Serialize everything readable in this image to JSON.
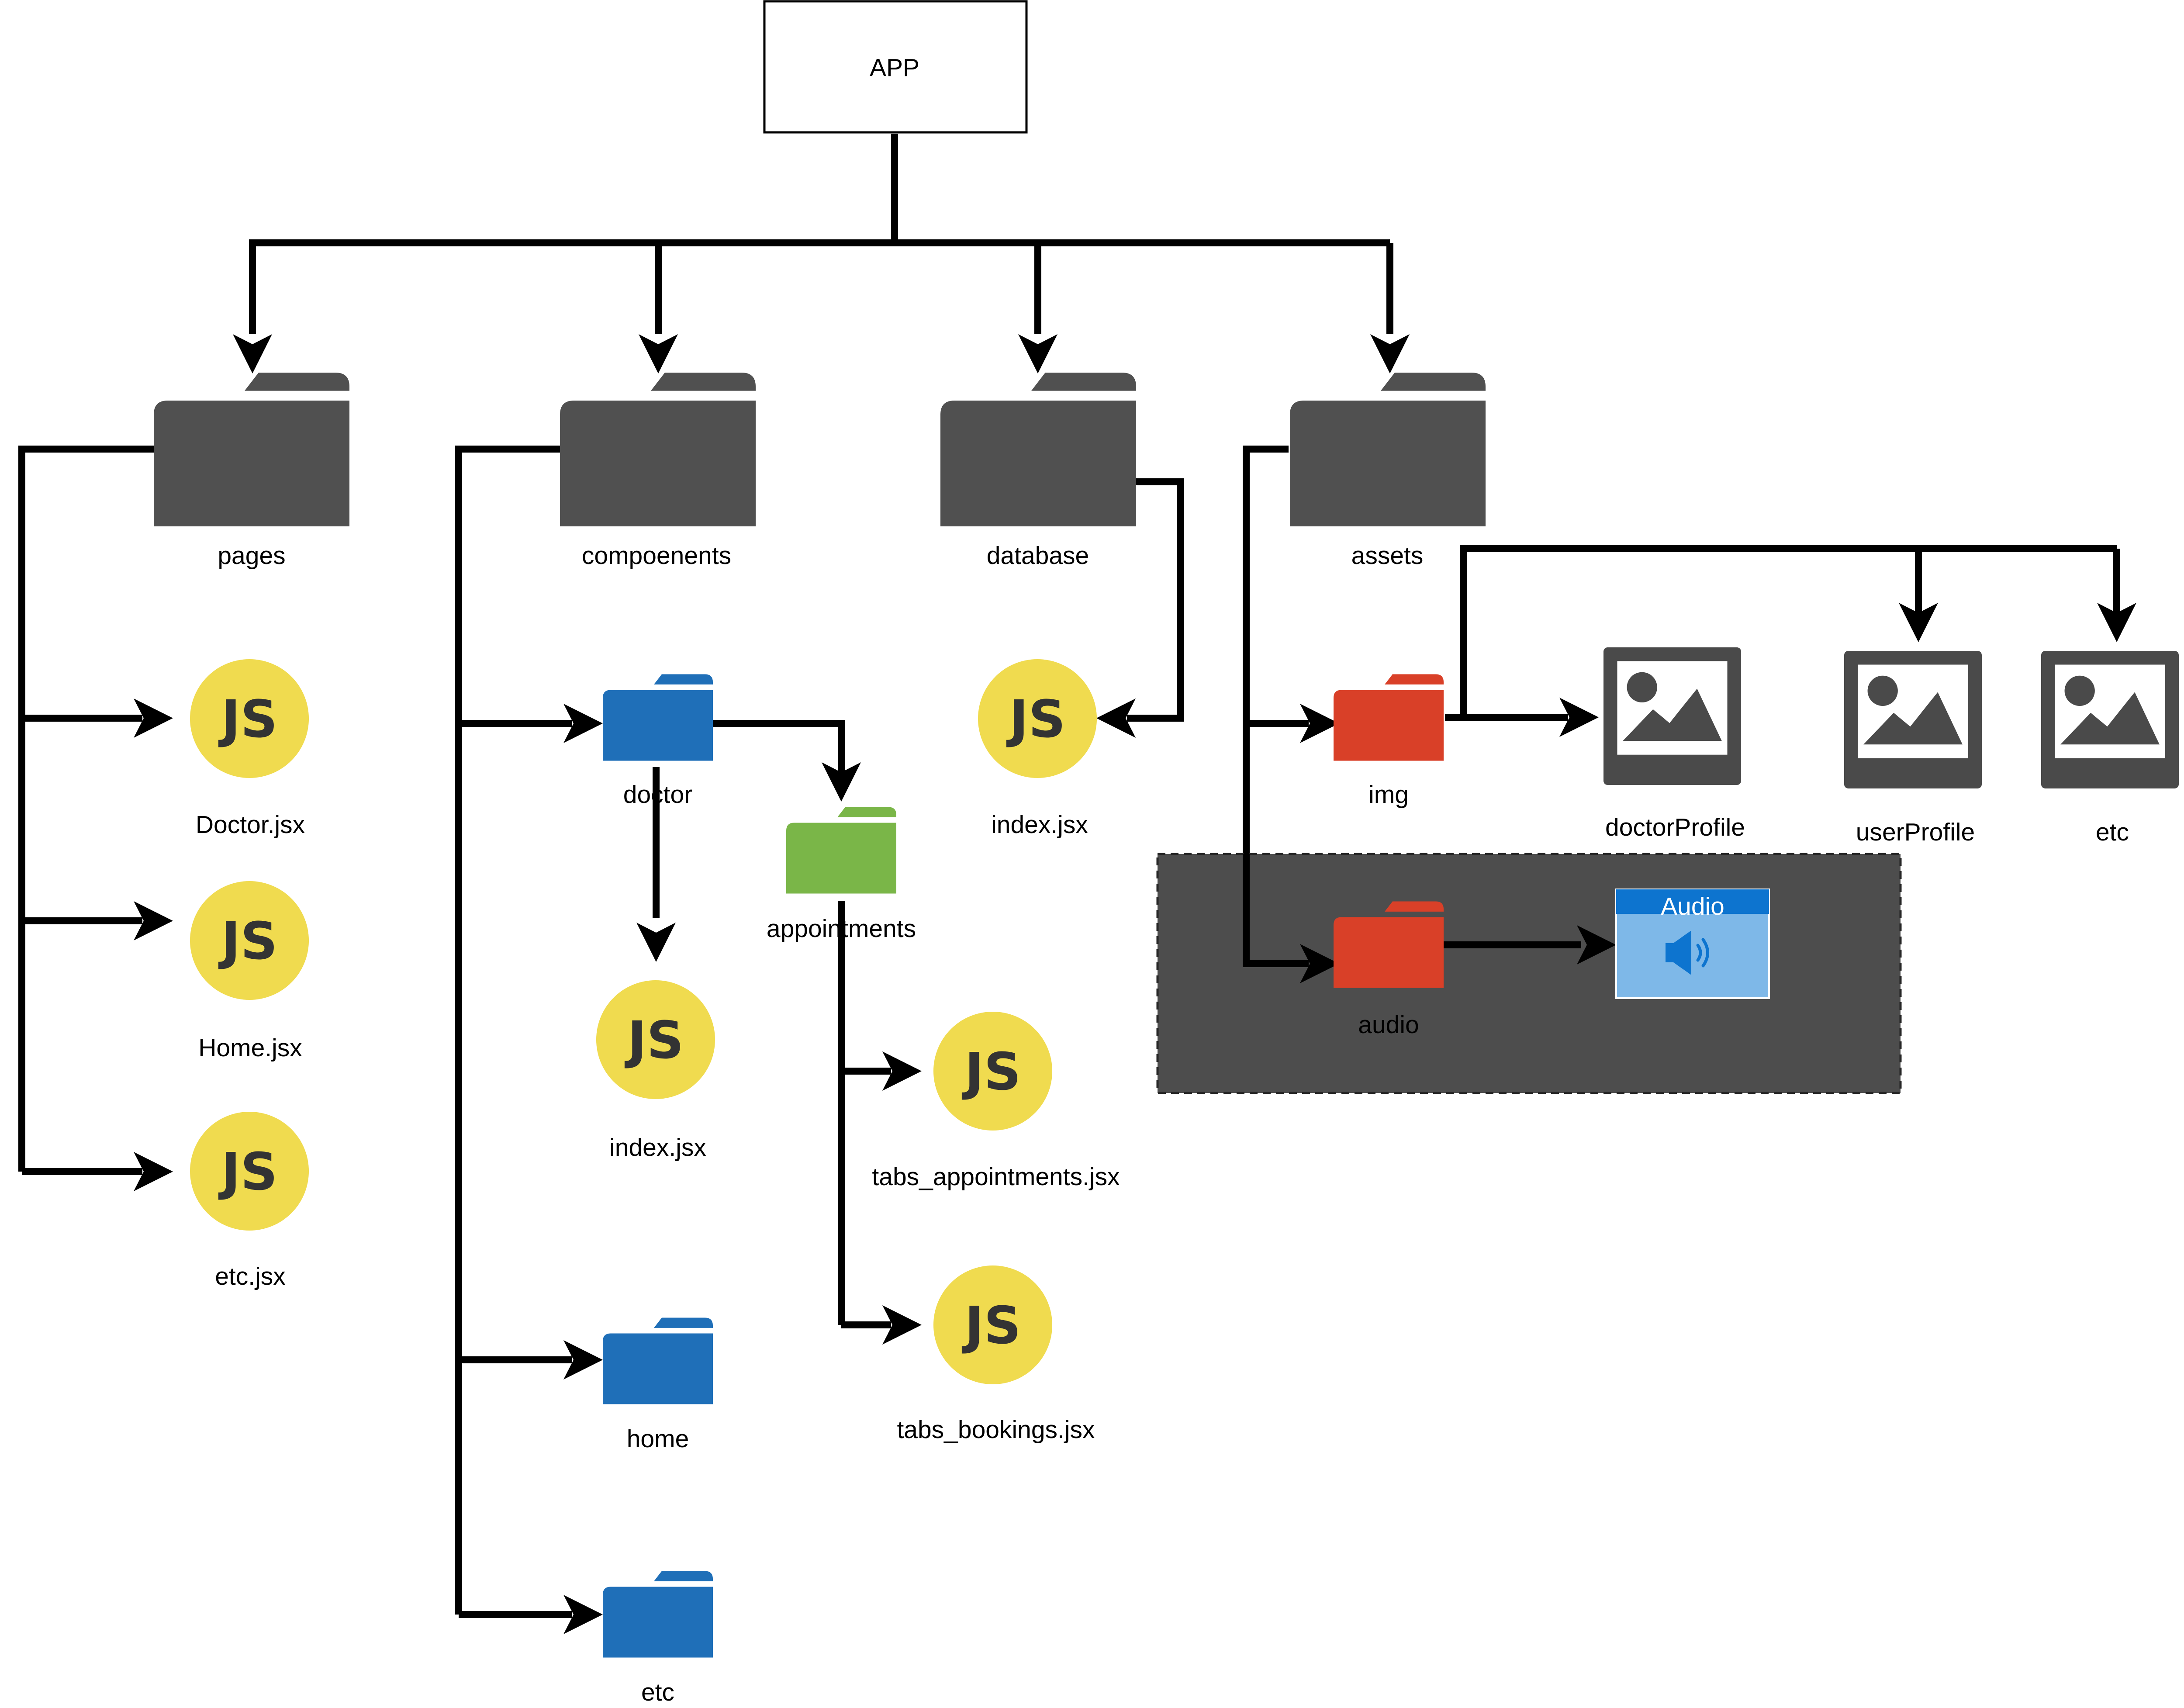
{
  "root": {
    "label": "APP"
  },
  "folders": {
    "pages": "pages",
    "components": "compoenents",
    "database": "database",
    "assets": "assets",
    "doctor": "doctor",
    "appointments": "appointments",
    "home": "home",
    "components_etc": "etc",
    "img": "img",
    "audio": "audio"
  },
  "files": {
    "doctor_jsx": "Doctor.jsx",
    "home_jsx": "Home.jsx",
    "pages_etc_jsx": "etc.jsx",
    "doctor_index_jsx": "index.jsx",
    "database_index_jsx": "index.jsx",
    "tabs_appointments_jsx": "tabs_appointments.jsx",
    "tabs_bookings_jsx": "tabs_bookings.jsx"
  },
  "images": {
    "doctor_profile": "doctorProfile",
    "user_profile": "userProfile",
    "images_etc": "etc"
  },
  "audio_widget": {
    "title": "Audio"
  },
  "js_badge_text": "JS",
  "colors": {
    "folder_gray": "#505050",
    "folder_blue": "#1F6FB8",
    "folder_green": "#7AB648",
    "folder_red": "#D94028",
    "js_yellow": "#F0DB4F",
    "js_text": "#333333",
    "image_icon": "#4A4A4A",
    "audio_header": "#0D74CF",
    "audio_body": "#7EB8E8",
    "group_background": "#4D4D4D"
  },
  "icons": {
    "folder": "folder-icon",
    "javascript": "javascript-file-icon",
    "image": "image-icon",
    "audio": "speaker-icon"
  }
}
